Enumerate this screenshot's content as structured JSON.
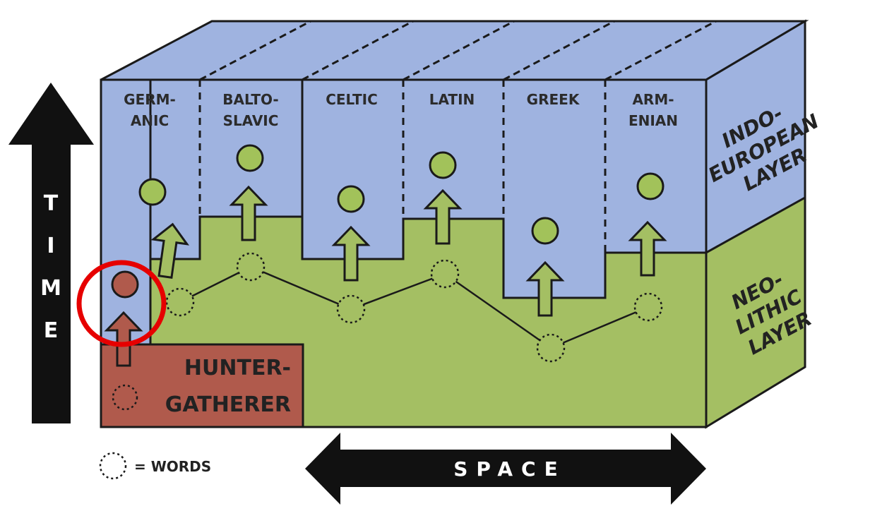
{
  "diagram": {
    "columns": [
      {
        "line1": "GERM-",
        "line2": "ANIC"
      },
      {
        "line1": "BALTO-",
        "line2": "SLAVIC"
      },
      {
        "line1": "CELTIC",
        "line2": ""
      },
      {
        "line1": "LATIN",
        "line2": ""
      },
      {
        "line1": "GREEK",
        "line2": ""
      },
      {
        "line1": "ARM-",
        "line2": "ENIAN"
      }
    ],
    "layers": {
      "indo_european": {
        "line1": "INDO-",
        "line2": "EUROPEAN",
        "line3": "LAYER"
      },
      "neolithic": {
        "line1": "NEO-",
        "line2": "LITHIC",
        "line3": "LAYER"
      },
      "hunter_gatherer": {
        "line1": "HUNTER-",
        "line2": "GATHERER"
      }
    },
    "axes": {
      "time": [
        "T",
        "I",
        "M",
        "E"
      ],
      "space": "SPACE"
    },
    "legend": {
      "label": "= WORDS"
    },
    "colors": {
      "indo_european": "#9fb3e0",
      "neolithic": "#a4bf63",
      "hunter_gatherer": "#b05a4c",
      "word_dot": "#a2c25a",
      "hunter_dot": "#b05a4c",
      "highlight": "#e60000",
      "outline": "#1a1a1a"
    }
  }
}
